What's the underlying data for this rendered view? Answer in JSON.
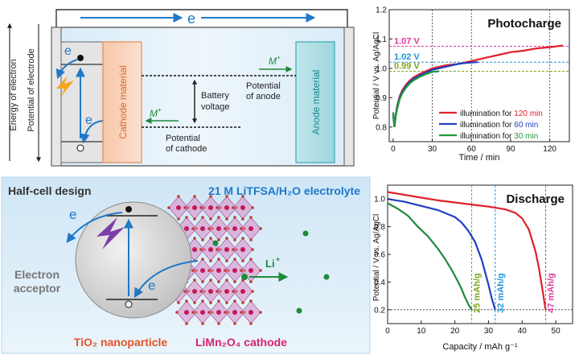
{
  "top_diagram": {
    "electron_label": "e",
    "energy_axis_label": "Energy of electron",
    "potential_axis_label": "Potential of electrode",
    "cathode_material_label": "Cathode material",
    "anode_material_label": "Anode material",
    "ion_label_m": "M",
    "ion_label_sup": "+",
    "battery_voltage_line1": "Battery",
    "battery_voltage_line2": "voltage",
    "potential_anode_line1": "Potential",
    "potential_anode_line2": "of anode",
    "potential_cathode_line1": "Potential",
    "potential_cathode_line2": "of cathode"
  },
  "bottom_diagram": {
    "title_half_cell": "Half-cell design",
    "title_electrolyte": "21 M LiTFSA/H₂O electrolyte",
    "electron_label": "e",
    "electron_acceptor_line1": "Electron",
    "electron_acceptor_line2": "acceptor",
    "li_label": "Li",
    "li_sup": "+",
    "tio2_label": "TiO₂ nanoparticle",
    "limn2o4_label": "LiMn₂O₄ cathode"
  },
  "chart_data": [
    {
      "type": "line",
      "title": "Photocharge",
      "xlabel": "Time / min",
      "ylabel": "Potential / V vs. Ag/AgCl",
      "xlim": [
        -3,
        135
      ],
      "ylim": [
        0.75,
        1.2
      ],
      "xticks": [
        0,
        30,
        60,
        90,
        120
      ],
      "yticks": [
        0.8,
        0.9,
        1.0,
        1.1,
        1.2
      ],
      "xtick_labels": [
        "0",
        "30",
        "60",
        "90",
        "120"
      ],
      "ytick_labels": [
        "0.8",
        "0.9",
        "1.0",
        "1.1",
        "1.2"
      ],
      "annotations": [
        "1.07 V",
        "1.02 V",
        "0.99 V"
      ],
      "annotation_values": [
        1.075,
        1.021,
        0.99
      ],
      "annotation_colors": [
        "#e0389a",
        "#2196d8",
        "#7fa61e"
      ],
      "vlines": [
        30,
        60,
        120
      ],
      "legend_position": "bottom-right",
      "series": [
        {
          "name": "illumination for 120 min",
          "color": "#e0202a",
          "x": [
            0,
            1,
            2,
            3,
            5,
            7,
            10,
            13,
            16,
            20,
            25,
            30,
            35,
            40,
            50,
            60,
            70,
            80,
            90,
            100,
            110,
            120,
            125,
            130
          ],
          "y": [
            0.85,
            0.8,
            0.84,
            0.87,
            0.905,
            0.925,
            0.945,
            0.96,
            0.97,
            0.98,
            0.99,
            1.0,
            1.005,
            1.01,
            1.015,
            1.025,
            1.035,
            1.045,
            1.055,
            1.06,
            1.068,
            1.072,
            1.075,
            1.078
          ]
        },
        {
          "name": "illumination for 60 min",
          "color": "#2040c0",
          "x": [
            0,
            1,
            2,
            3,
            5,
            7,
            10,
            13,
            16,
            20,
            25,
            30,
            35,
            40,
            45,
            50,
            55,
            60,
            65
          ],
          "y": [
            0.84,
            0.8,
            0.84,
            0.865,
            0.9,
            0.92,
            0.94,
            0.955,
            0.965,
            0.975,
            0.985,
            0.995,
            1.0,
            1.005,
            1.01,
            1.015,
            1.018,
            1.02,
            1.021
          ]
        },
        {
          "name": "illumination for 30 min",
          "color": "#1e9a3a",
          "x": [
            0,
            1,
            2,
            3,
            5,
            7,
            10,
            13,
            16,
            20,
            25,
            30,
            35
          ],
          "y": [
            0.85,
            0.8,
            0.835,
            0.86,
            0.895,
            0.915,
            0.935,
            0.95,
            0.96,
            0.97,
            0.98,
            0.988,
            0.99
          ]
        }
      ]
    },
    {
      "type": "line",
      "title": "Discharge",
      "xlabel": "Capacity / mAh g⁻¹",
      "ylabel": "Potential / V vs. Ag/AgCl",
      "xlim": [
        0,
        55
      ],
      "ylim": [
        0.1,
        1.1
      ],
      "xticks": [
        0,
        10,
        20,
        30,
        40,
        50
      ],
      "yticks": [
        0.2,
        0.4,
        0.6,
        0.8,
        1.0
      ],
      "xtick_labels": [
        "0",
        "10",
        "20",
        "30",
        "40",
        "50"
      ],
      "ytick_labels": [
        "0.2",
        "0.4",
        "0.6",
        "0.8",
        "1.0"
      ],
      "annotations": [
        "25 mAh/g",
        "32 mAh/g",
        "47 mAh/g"
      ],
      "annotation_values": [
        25,
        32,
        47
      ],
      "annotation_colors": [
        "#7fa61e",
        "#2196d8",
        "#e0389a"
      ],
      "hline": 0.2,
      "series": [
        {
          "name": "",
          "color": "#e0202a",
          "x": [
            0,
            5,
            10,
            15,
            20,
            25,
            30,
            35,
            38,
            40,
            42,
            44,
            45,
            46,
            47
          ],
          "y": [
            1.05,
            1.03,
            1.01,
            0.99,
            0.975,
            0.96,
            0.945,
            0.925,
            0.9,
            0.86,
            0.78,
            0.62,
            0.5,
            0.35,
            0.2
          ]
        },
        {
          "name": "",
          "color": "#2040c0",
          "x": [
            0,
            5,
            10,
            15,
            20,
            22,
            24,
            26,
            28,
            29,
            30,
            31,
            32
          ],
          "y": [
            1.0,
            0.98,
            0.95,
            0.92,
            0.87,
            0.83,
            0.77,
            0.69,
            0.56,
            0.47,
            0.38,
            0.28,
            0.2
          ]
        },
        {
          "name": "",
          "color": "#1e8a3a",
          "x": [
            0,
            3,
            6,
            9,
            12,
            15,
            17,
            19,
            21,
            22,
            23,
            24,
            25
          ],
          "y": [
            0.97,
            0.93,
            0.88,
            0.8,
            0.73,
            0.64,
            0.57,
            0.49,
            0.4,
            0.35,
            0.29,
            0.24,
            0.2
          ]
        }
      ]
    }
  ]
}
